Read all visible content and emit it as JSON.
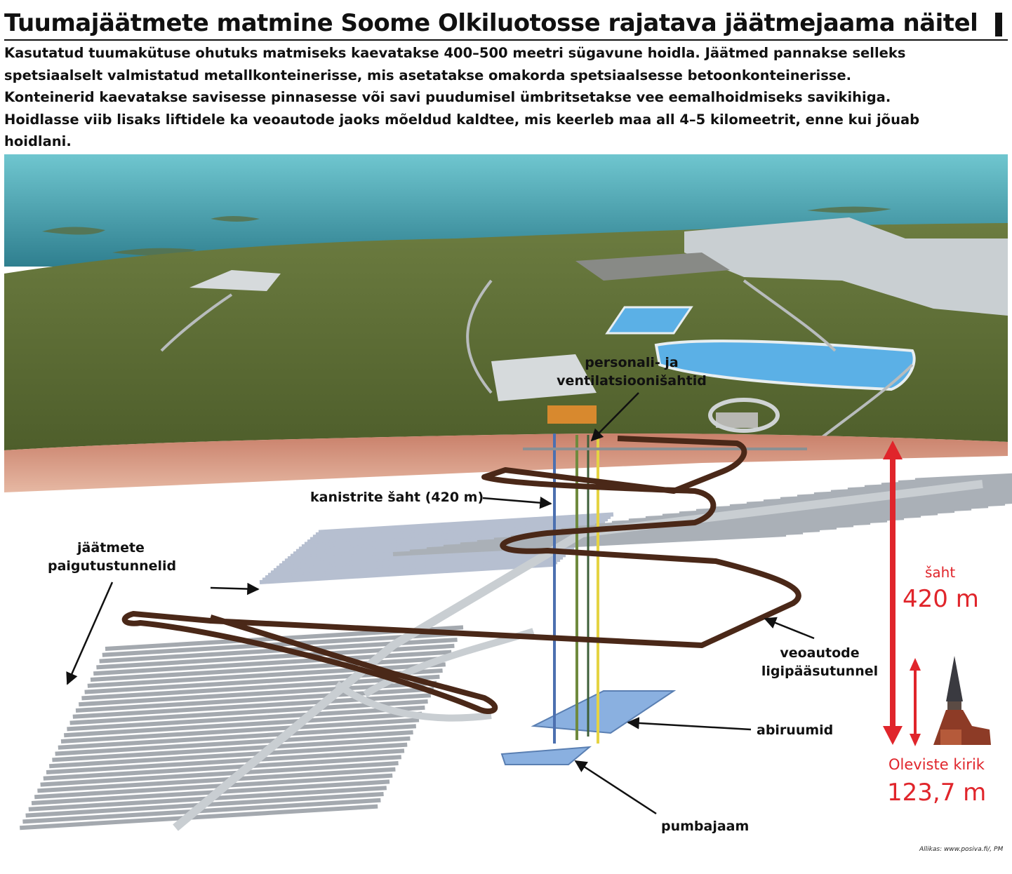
{
  "title": "Tuumajäätmete matmine Soome Olkiluotosse rajatava jäätmejaama näitel",
  "intro": "Kasutatud tuumakütuse ohutuks matmiseks kaevatakse 400–500 meetri sügavune hoidla. Jäätmed pannakse selleks\nspetsiaalselt valmistatud metallkonteinerisse, mis asetatakse omakorda spetsiaalsesse betoonkonteinerisse.\nKonteinerid kaevatakse savisesse pinnasesse või savi puudumisel ümbritsetakse vee eemalhoidmiseks savikihiga.\nHoidlasse viib lisaks liftidele ka veoautode jaoks mõeldud kaldtee, mis keerleb maa all 4–5 kilomeetrit, enne kui jõuab\nhoidlani.",
  "labels": {
    "shafts_line1": "personali- ja",
    "shafts_line2": "ventilatsioonišahtid",
    "canister_shaft": "kanistrite šaht (420 m)",
    "tunnels_line1": "jäätmete",
    "tunnels_line2": "paigutustunnelid",
    "truck_line1": "veoautode",
    "truck_line2": "ligipääsutunnel",
    "auxiliary": "abiruumid",
    "pump": "pumbajaam"
  },
  "comparison": {
    "shaft_label": "šaht",
    "shaft_depth": "420 m",
    "church_label": "Oleviste kirik",
    "church_height": "123,7 m"
  },
  "source": "Allikas: www.posiva.fi/, PM",
  "colors": {
    "sea": "#3f8e9c",
    "land": "#5e6e35",
    "soil": "#d39074",
    "tunnel": "#a9aeb4",
    "access_tunnel": "#4a2818",
    "accent_red": "#e0252b"
  }
}
